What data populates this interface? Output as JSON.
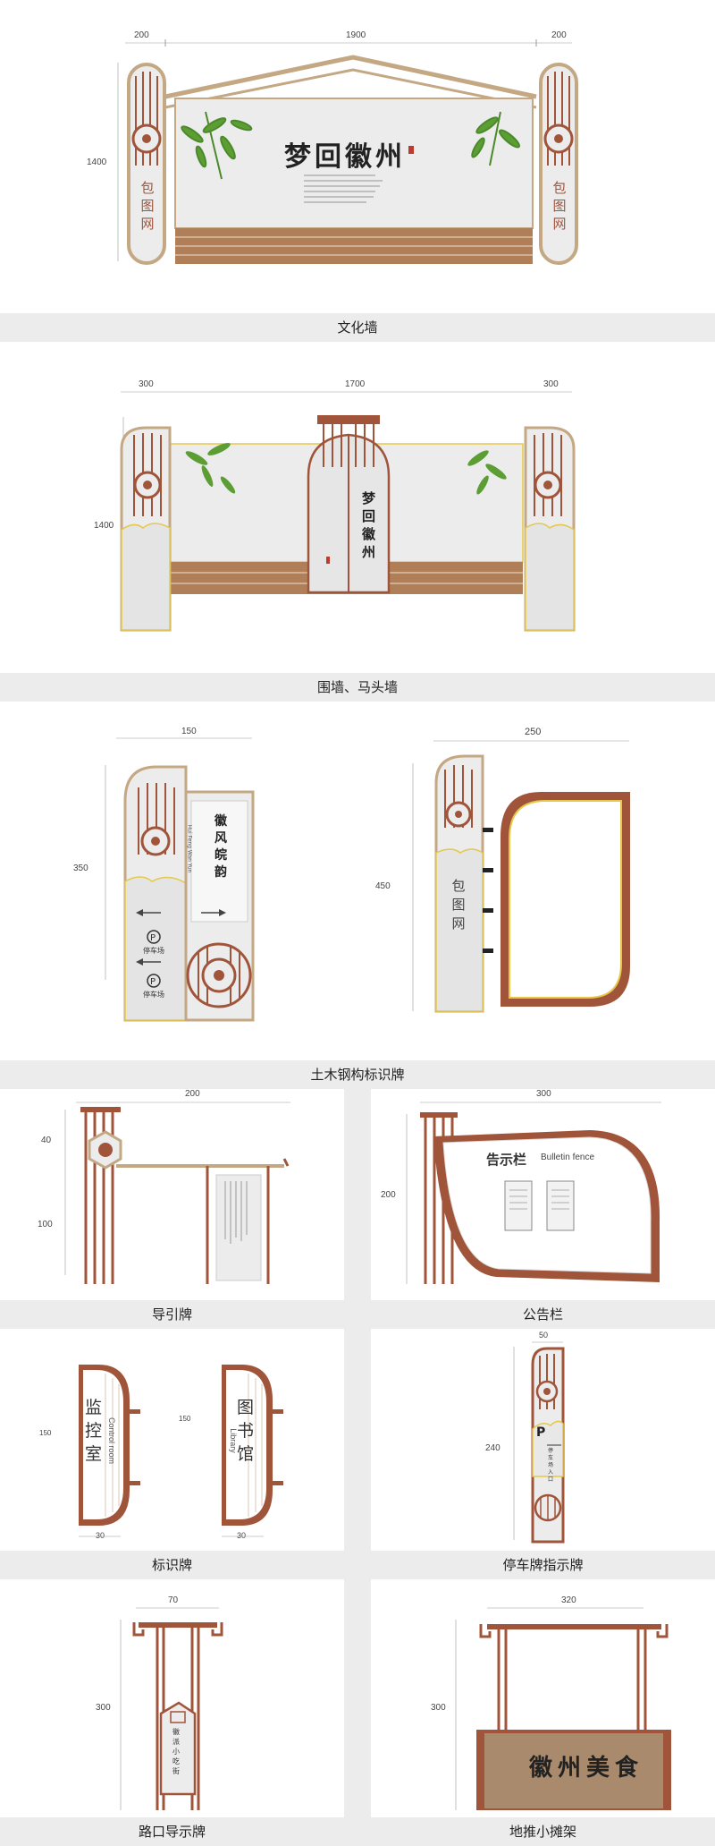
{
  "colors": {
    "wood": "#a0553a",
    "tan": "#c3a883",
    "brick": "#b07e57",
    "panel": "#ececec",
    "gold": "#e5c84a",
    "grey": "#e4e4e4"
  },
  "s1": {
    "dims": {
      "left": "200",
      "mid": "1900",
      "right": "200",
      "height": "1400"
    },
    "wall_title": "梦回徽州",
    "post_text": [
      "包",
      "图",
      "网"
    ],
    "caption": "文化墙"
  },
  "s2": {
    "dims": {
      "left": "300",
      "mid": "1700",
      "right": "300",
      "height": "1400"
    },
    "door_text": [
      "梦",
      "回",
      "徽",
      "州"
    ],
    "caption": "围墙、马头墙"
  },
  "s3": {
    "a": {
      "width": "150",
      "height": "350",
      "panel_text": [
        "徽",
        "风",
        "皖",
        "韵"
      ],
      "panel_sub": "Hui Feng Wan Yun",
      "parking_label": "停车场"
    },
    "b": {
      "width": "250",
      "height": "450",
      "post_text": [
        "包",
        "图",
        "网"
      ]
    },
    "caption": "土木钢构标识牌"
  },
  "s4": {
    "left": {
      "width": "200",
      "h1": "40",
      "h2": "100",
      "caption": "导引牌"
    },
    "right": {
      "width": "300",
      "height": "200",
      "title": "告示栏",
      "title_en": "Bulletin fence",
      "caption": "公告栏"
    }
  },
  "s5": {
    "left": {
      "sign1": {
        "height": "150",
        "width": "30",
        "text": [
          "监",
          "控",
          "室"
        ],
        "en": "Control room"
      },
      "sign2": {
        "height": "150",
        "width": "30",
        "text": [
          "图",
          "书",
          "馆"
        ],
        "en": "Library"
      },
      "caption": "标识牌"
    },
    "right": {
      "width": "50",
      "height": "240",
      "p": "P",
      "text": "停车场入口",
      "caption": "停车牌指示牌"
    }
  },
  "s6": {
    "left": {
      "width": "70",
      "height": "300",
      "text": "徽派小吃街",
      "caption": "路口导示牌"
    },
    "right": {
      "width": "320",
      "height": "300",
      "banner": "徽州美食",
      "caption": "地推小摊架"
    }
  }
}
